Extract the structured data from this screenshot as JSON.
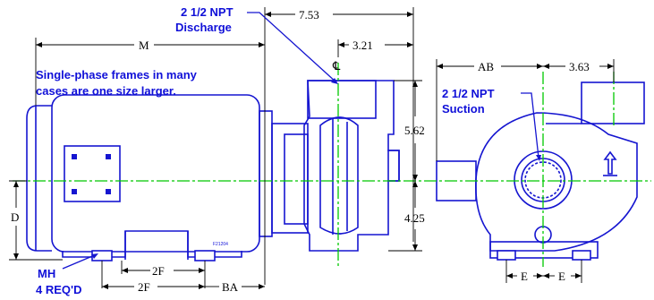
{
  "dimensions": {
    "overall_width": "7.53",
    "suction_offset": "3.21",
    "centerline_symbol": "℄",
    "motor_length": "M",
    "upper_height": "5.62",
    "lower_height": "4.25",
    "shaft_height": "D",
    "foot_spacing_inner": "2F",
    "foot_spacing_outer": "2F",
    "foot_to_pump": "BA",
    "ab": "AB",
    "discharge_offset": "3.63",
    "base_left": "E",
    "base_right": "E"
  },
  "notes": {
    "discharge_line1": "2 1/2 NPT",
    "discharge_line2": "Discharge",
    "frame_line1": "Single-phase frames in many",
    "frame_line2": "cases are one size larger.",
    "suction_line1": "2 1/2 NPT",
    "suction_line2": "Suction",
    "mh_line1": "MH",
    "mh_line2": "4 REQ'D",
    "tag": "F21204"
  },
  "colors": {
    "outline": "#1515d0",
    "centerline": "#00c800",
    "dimension": "#000000"
  }
}
